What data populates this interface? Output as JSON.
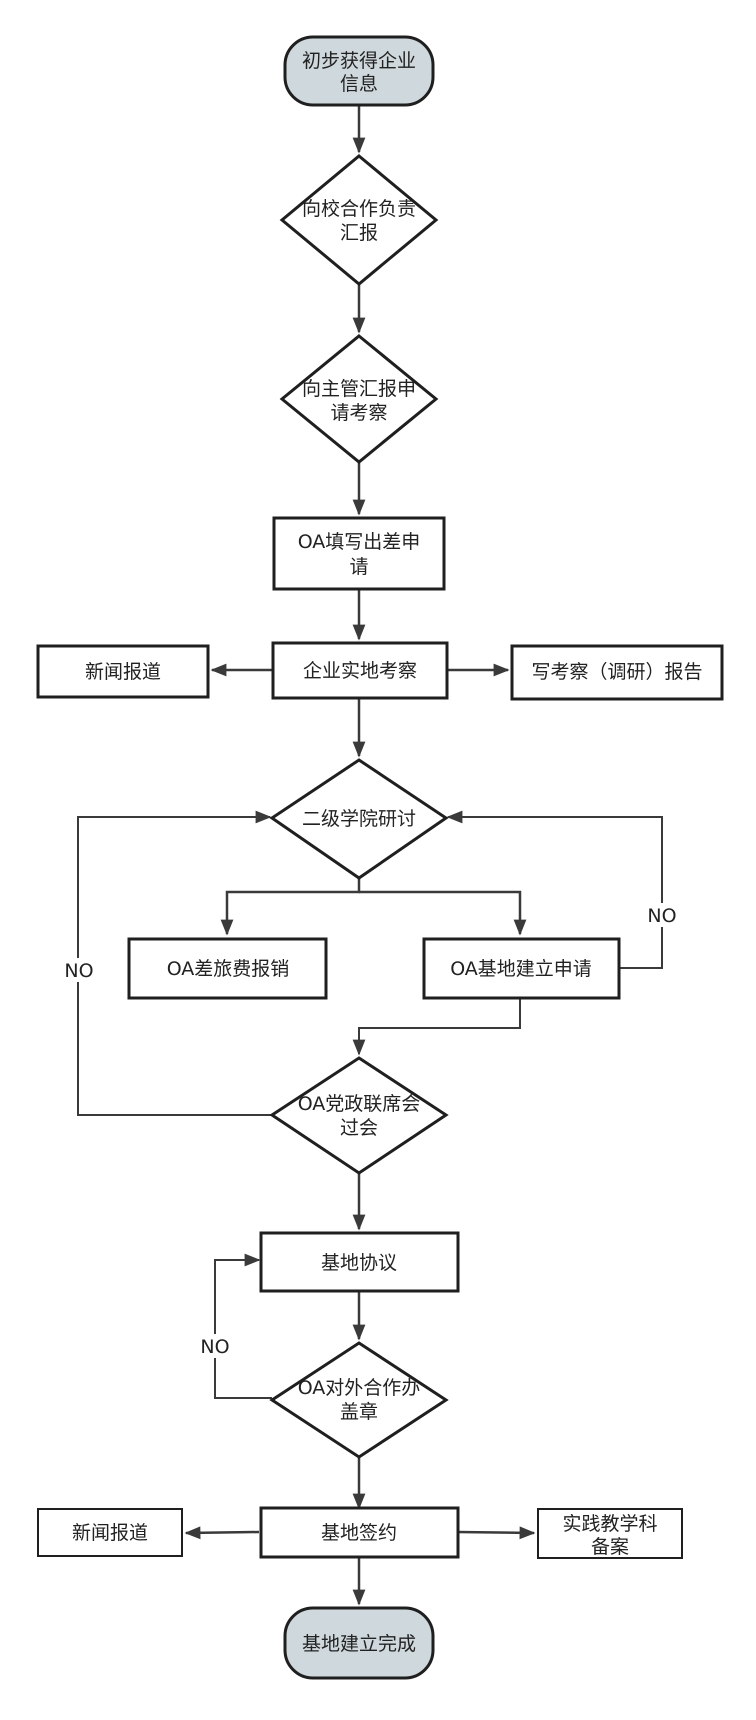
{
  "nodes": {
    "start": {
      "line1": "初步获得企业",
      "line2": "信息"
    },
    "report_school": {
      "line1": "向校合作负责",
      "line2": "汇报"
    },
    "report_supervisor": {
      "line1": "向主管汇报申",
      "line2": "请考察"
    },
    "oa_trip_apply": {
      "line1": "OA填写出差申",
      "line2": "请"
    },
    "onsite_visit": {
      "line1": "企业实地考察"
    },
    "news_report_1": {
      "line1": "新闻报道"
    },
    "visit_report": {
      "line1": "写考察（调研）报告"
    },
    "college_discussion": {
      "line1": "二级学院研讨"
    },
    "oa_travel_reimburse": {
      "line1": "OA差旅费报销"
    },
    "oa_base_apply": {
      "line1": "OA基地建立申请"
    },
    "oa_party_meeting": {
      "line1": "OA党政联席会",
      "line2": "过会"
    },
    "base_agreement": {
      "line1": "基地协议"
    },
    "oa_external_stamp": {
      "line1": "OA对外合作办",
      "line2": "盖章"
    },
    "base_signing": {
      "line1": "基地签约"
    },
    "news_report_2": {
      "line1": "新闻报道"
    },
    "teaching_record": {
      "line1": "实践教学科",
      "line2": "备案"
    },
    "end": {
      "line1": "基地建立完成"
    }
  },
  "edge_labels": {
    "no_right": "NO",
    "no_left": "NO",
    "no_stamp": "NO"
  },
  "colors": {
    "terminal_fill": "#cfd8dc",
    "stroke": "#1f1f1f",
    "edge": "#3a3a3a"
  }
}
